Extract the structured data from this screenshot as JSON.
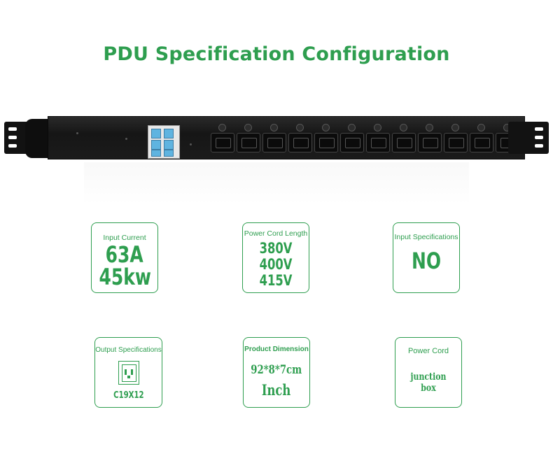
{
  "title": "PDU Specification Configuration",
  "colors": {
    "accent": "#2e9e4f",
    "device": "#1b1b1b",
    "breaker": "#5fb4e0"
  },
  "device": {
    "outlet_count": 12,
    "image_icon": "pdu-strip-icon"
  },
  "cards": {
    "input_current": {
      "label": "Input Current",
      "line1": "63A",
      "line2": "45kw"
    },
    "power_cord_length": {
      "label": "Power Cord Length",
      "lines": [
        "380V",
        "400V",
        "415V"
      ]
    },
    "input_specifications": {
      "label": "Input Specifications",
      "value": "NO"
    },
    "output_specifications": {
      "label": "Output Specifications",
      "value": "C19X12",
      "icon": "c19-socket-icon"
    },
    "product_dimension": {
      "label": "Product Dimension",
      "line1": "92*8*7cm",
      "line2": "Inch"
    },
    "power_cord": {
      "label": "Power Cord",
      "value": "junction box"
    }
  }
}
